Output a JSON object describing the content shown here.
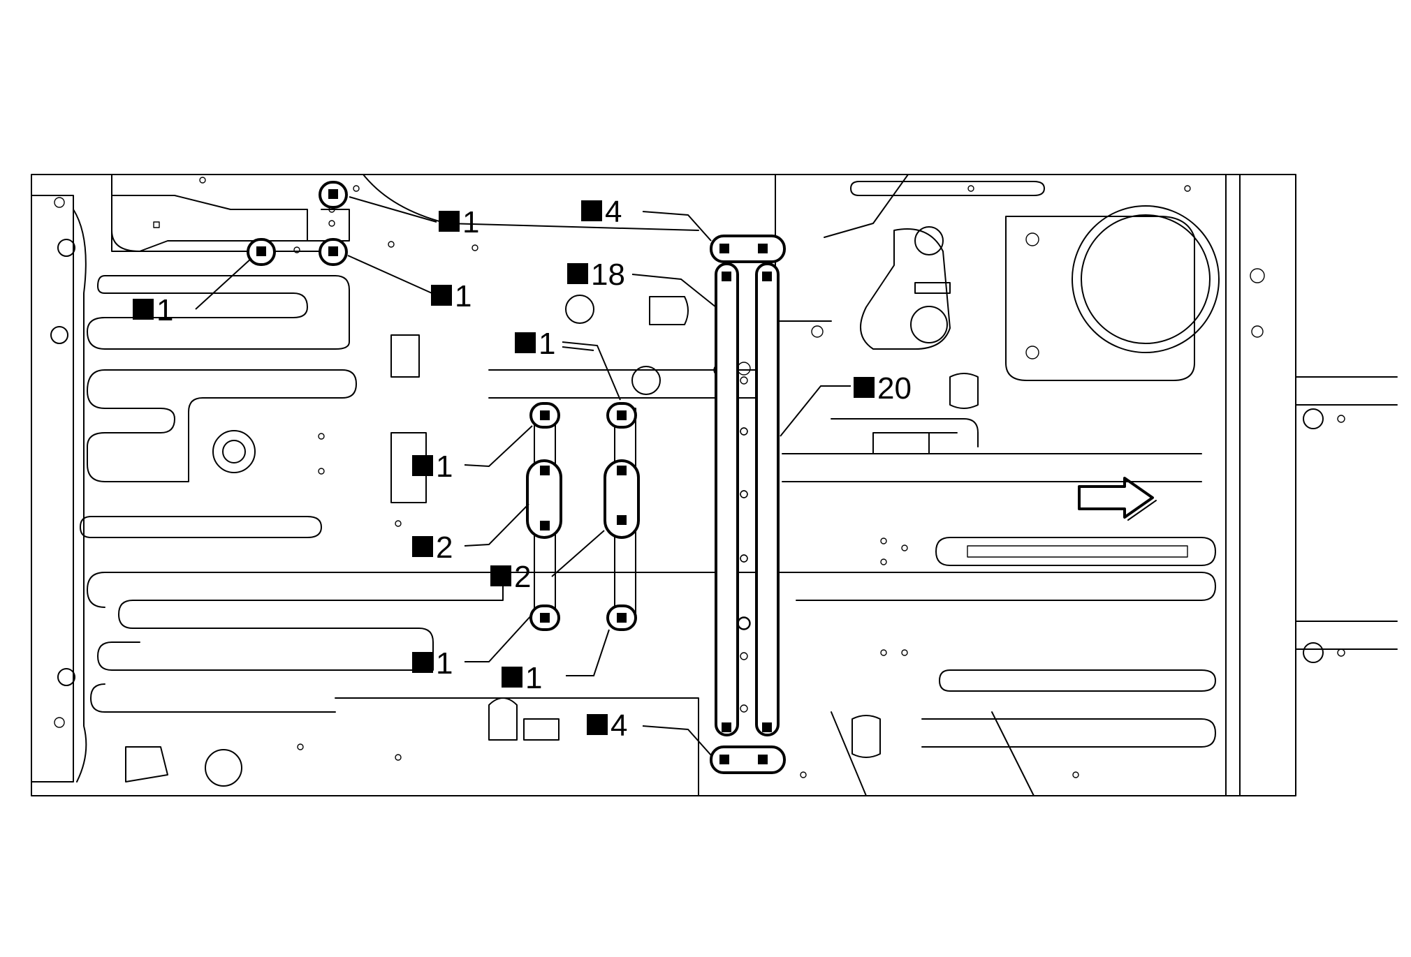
{
  "callouts": {
    "c1a": "1",
    "c1b": "1",
    "c1c": "1",
    "c1d": "1",
    "c1e": "1",
    "c1f": "1",
    "c1g": "1",
    "c2a": "2",
    "c2b": "2",
    "c4a": "4",
    "c4b": "4",
    "c18": "18",
    "c20": "20"
  },
  "symbols": {
    "weld_marker": "filled-square-icon",
    "direction": "front-arrow-icon"
  },
  "colors": {
    "ink": "#000000",
    "background": "#ffffff"
  }
}
